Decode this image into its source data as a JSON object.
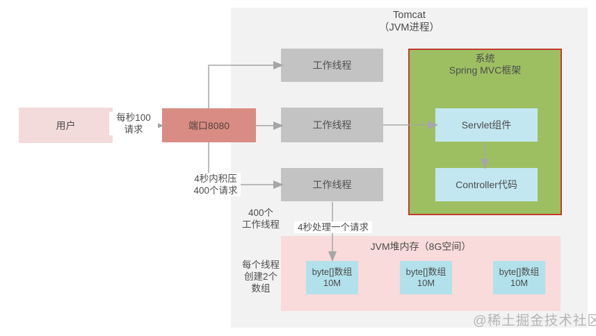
{
  "colors": {
    "container_bg": "#f2f2f2",
    "user_box_bg": "#f2dbda",
    "port_box_bg": "#d98c84",
    "worker_box_bg": "#c3c3c3",
    "framework_bg": "#9dbf62",
    "framework_border": "#c13b2c",
    "component_bg": "#c2e7f0",
    "heap_bg": "#f8dbda",
    "byte_box_bg": "#b2e1eb",
    "arrow": "#a6a6a6",
    "text": "#4c4c4c"
  },
  "tomcat": {
    "title_line1": "Tomcat",
    "title_line2": "（JVM进程）"
  },
  "user_box": {
    "label": "用户"
  },
  "port_box": {
    "label": "端口8080"
  },
  "worker_boxes": {
    "label": "工作线程"
  },
  "framework": {
    "title_line1": "系统",
    "title_line2": "Spring MVC框架",
    "servlet_label": "Servlet组件",
    "controller_label": "Controller代码"
  },
  "heap": {
    "title": "JVM堆内存（8G空间）",
    "byte_box_line1": "byte[]数组",
    "byte_box_line2": "10M"
  },
  "annotations": {
    "rate_line1": "每秒100",
    "rate_line2": "请求",
    "backlog_line1": "4秒内积压",
    "backlog_line2": "400个请求",
    "thread_count_line1": "400个",
    "thread_count_line2": "工作线程",
    "process_time": "4秒处理一个请求",
    "per_thread_line1": "每个线程",
    "per_thread_line2": "创建2个",
    "per_thread_line3": "数组"
  },
  "watermark": "@稀土掘金技术社区"
}
